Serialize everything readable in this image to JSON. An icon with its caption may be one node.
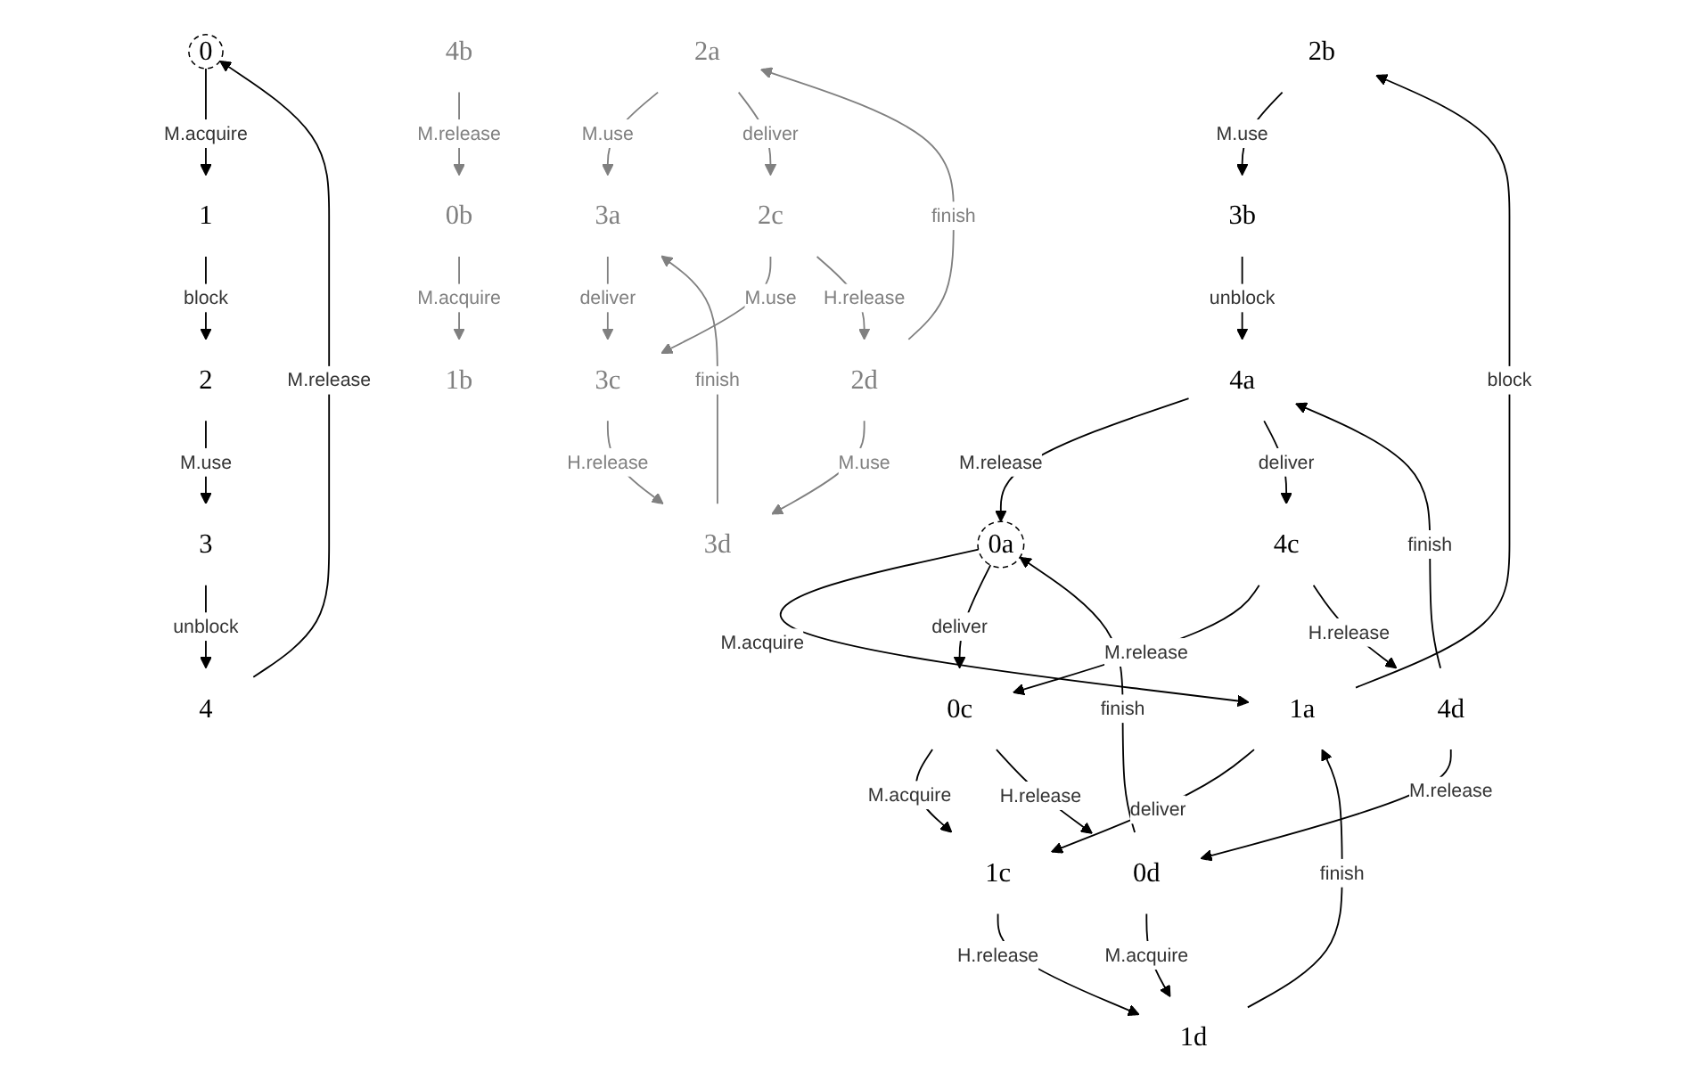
{
  "diagram": {
    "nodes": [
      {
        "text": [
          "0"
        ]
      },
      {
        "text": [
          "1"
        ]
      },
      {
        "text": [
          "2"
        ]
      },
      {
        "text": [
          "3"
        ]
      },
      {
        "text": [
          "4"
        ]
      },
      {
        "text": [
          "0b"
        ]
      },
      {
        "text": [
          "1b"
        ]
      },
      {
        "text": [
          "2b"
        ]
      },
      {
        "text": [
          "3b"
        ]
      },
      {
        "text": [
          "4b"
        ]
      },
      {
        "text": [
          "0a"
        ]
      },
      {
        "text": [
          "1a"
        ]
      },
      {
        "text": [
          "2a"
        ]
      },
      {
        "text": [
          "3a"
        ]
      },
      {
        "text": [
          "4a"
        ]
      },
      {
        "text": [
          "0c"
        ]
      },
      {
        "text": [
          "1c"
        ]
      },
      {
        "text": [
          "2c"
        ]
      },
      {
        "text": [
          "3c"
        ]
      },
      {
        "text": [
          "4c"
        ]
      },
      {
        "text": [
          "0d"
        ]
      },
      {
        "text": [
          "1d"
        ]
      },
      {
        "text": [
          "2d"
        ]
      },
      {
        "text": [
          "3d"
        ]
      },
      {
        "text": [
          "4d"
        ]
      }
    ],
    "edges": [
      {
        "from": 0,
        "to": 1,
        "arrow": "to",
        "label": "M.acquire"
      },
      {
        "from": 1,
        "to": 2,
        "arrow": "to",
        "label": "block"
      },
      {
        "from": 2,
        "to": 3,
        "arrow": "to",
        "label": "M.use"
      },
      {
        "from": 3,
        "to": 4,
        "arrow": "to",
        "label": "unblock"
      },
      {
        "from": 4,
        "to": 0,
        "arrow": "to",
        "label": "M.release"
      },
      {
        "from": 9,
        "to": 5,
        "arrow": "to",
        "label": "M.release",
        "color": "#808080"
      },
      {
        "from": 5,
        "to": 6,
        "arrow": "to",
        "label": "M.acquire",
        "color": "#808080"
      },
      {
        "from": 7,
        "to": 8,
        "arrow": "to",
        "label": "M.use"
      },
      {
        "from": 11,
        "to": 7,
        "arrow": "to",
        "label": "block"
      },
      {
        "from": 8,
        "to": 14,
        "arrow": "to",
        "label": "unblock"
      },
      {
        "from": 14,
        "to": 10,
        "arrow": "to",
        "label": "M.release"
      },
      {
        "from": 10,
        "to": 11,
        "arrow": "to",
        "label": "M.acquire"
      },
      {
        "from": 12,
        "to": 13,
        "arrow": "to",
        "label": "M.use",
        "color": "#808080"
      },
      {
        "from": 10,
        "to": 15,
        "arrow": "to",
        "label": "deliver"
      },
      {
        "from": 11,
        "to": 16,
        "arrow": "to",
        "label": "deliver"
      },
      {
        "from": 12,
        "to": 17,
        "arrow": "to",
        "label": "deliver",
        "color": "#808080"
      },
      {
        "from": 13,
        "to": 18,
        "arrow": "to",
        "label": "deliver",
        "color": "#808080"
      },
      {
        "from": 14,
        "to": 19,
        "arrow": "to",
        "label": "deliver"
      },
      {
        "from": 19,
        "to": 15,
        "arrow": "to",
        "label": "M.release"
      },
      {
        "from": 15,
        "to": 16,
        "arrow": "to",
        "label": "M.acquire"
      },
      {
        "from": 17,
        "to": 18,
        "arrow": "to",
        "label": "M.use",
        "color": "#808080"
      },
      {
        "from": 20,
        "to": 10,
        "arrow": "to",
        "label": "finish"
      },
      {
        "from": 21,
        "to": 11,
        "arrow": "to",
        "label": "finish"
      },
      {
        "from": 22,
        "to": 12,
        "arrow": "to",
        "label": "finish",
        "color": "#808080"
      },
      {
        "from": 23,
        "to": 13,
        "arrow": "to",
        "label": "finish",
        "color": "#808080"
      },
      {
        "from": 24,
        "to": 14,
        "arrow": "to",
        "label": "finish"
      },
      {
        "from": 15,
        "to": 20,
        "arrow": "to",
        "label": "H.release"
      },
      {
        "from": 16,
        "to": 21,
        "arrow": "to",
        "label": "H.release"
      },
      {
        "from": 17,
        "to": 22,
        "arrow": "to",
        "label": "H.release",
        "color": "#808080"
      },
      {
        "from": 18,
        "to": 23,
        "arrow": "to",
        "label": "H.release",
        "color": "#808080"
      },
      {
        "from": 19,
        "to": 24,
        "arrow": "to",
        "label": "H.release"
      },
      {
        "from": 20,
        "to": 21,
        "arrow": "to",
        "label": "M.acquire"
      },
      {
        "from": 22,
        "to": 23,
        "arrow": "to",
        "label": "M.use",
        "color": "#808080"
      },
      {
        "from": 24,
        "to": 20,
        "arrow": "to",
        "label": "M.release"
      }
    ]
  }
}
